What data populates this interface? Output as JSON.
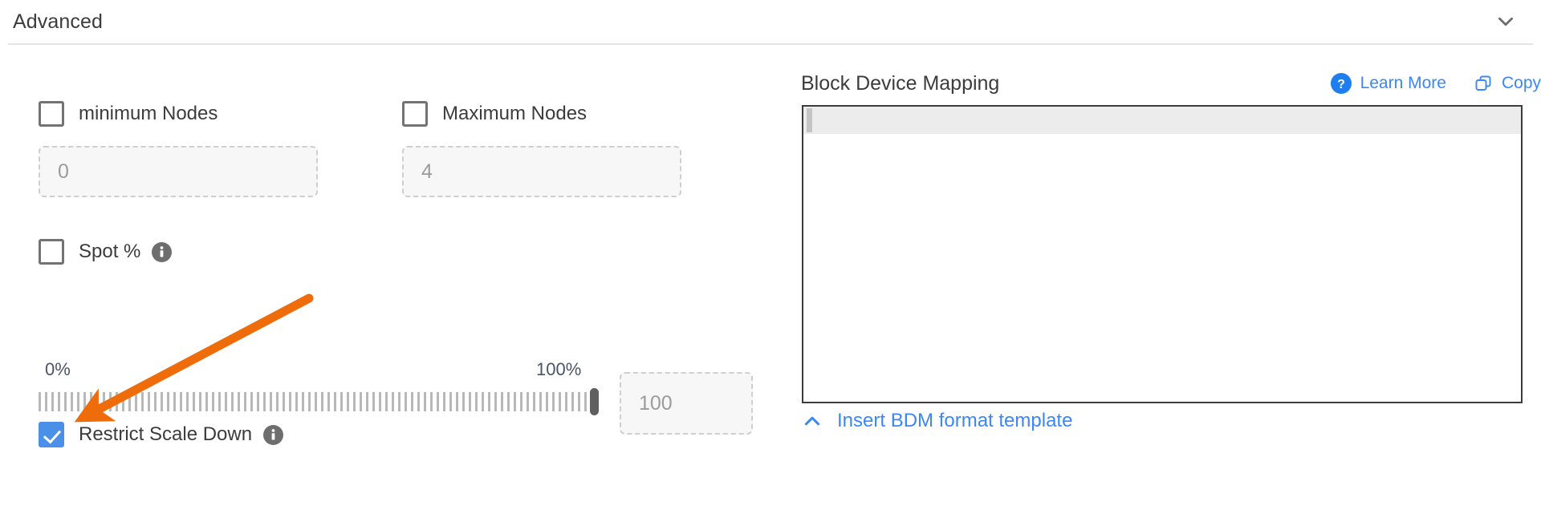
{
  "section": {
    "title": "Advanced",
    "collapse_icon": "chevron-down-icon"
  },
  "left_panel": {
    "min_nodes": {
      "checkbox_label": "minimum Nodes",
      "checked": false,
      "input_placeholder": "0",
      "input_value": ""
    },
    "max_nodes": {
      "checkbox_label": "Maximum Nodes",
      "checked": false,
      "input_placeholder": "4",
      "input_value": ""
    },
    "spot": {
      "checkbox_label": "Spot %",
      "checked": false,
      "info_icon": "info-icon"
    },
    "slider": {
      "min_label": "0%",
      "max_label": "100%",
      "min": 0,
      "max": 100,
      "value": 100,
      "value_input_placeholder": "100",
      "value_input_value": ""
    },
    "restrict_scale_down": {
      "checkbox_label": "Restrict Scale Down",
      "checked": true,
      "info_icon": "info-icon"
    }
  },
  "right_panel": {
    "title": "Block Device Mapping",
    "actions": [
      {
        "icon": "help-circle-icon",
        "label": "Learn More"
      },
      {
        "icon": "copy-icon",
        "label": "Copy"
      }
    ],
    "editor": {
      "content": "",
      "active_line": 1
    },
    "footer_link": {
      "icon": "chevron-up-icon",
      "label": "Insert BDM format template"
    }
  },
  "annotation": {
    "type": "arrow",
    "color": "#ef6c0a",
    "points_to": "restrict-scale-down-checkbox"
  },
  "colors": {
    "accent_blue": "#3b87f7",
    "checkbox_checked": "#4a90e8",
    "annotation_orange": "#ef6c0a",
    "text_primary": "#3c3c3c",
    "text_muted": "#9b9b9b",
    "slider_label": "#4a5568"
  }
}
